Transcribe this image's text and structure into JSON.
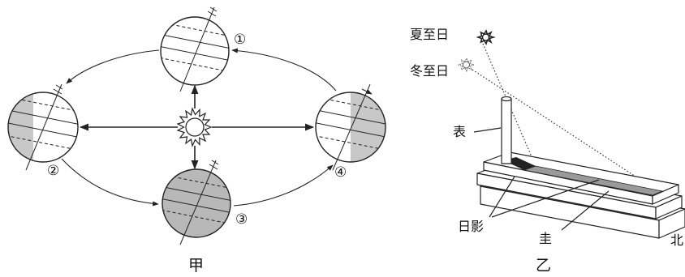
{
  "figure_a": {
    "caption": "甲",
    "positions": [
      {
        "marker": "①"
      },
      {
        "marker": "②"
      },
      {
        "marker": "③"
      },
      {
        "marker": "④"
      }
    ]
  },
  "figure_b": {
    "caption": "乙",
    "sun_labels": {
      "summer": "夏至日",
      "winter": "冬至日"
    },
    "part_labels": {
      "gnomon": "表",
      "shadow": "日影",
      "scale": "圭",
      "north": "北"
    }
  },
  "colors": {
    "shade": "#c8c8c8",
    "ink": "#222222"
  }
}
